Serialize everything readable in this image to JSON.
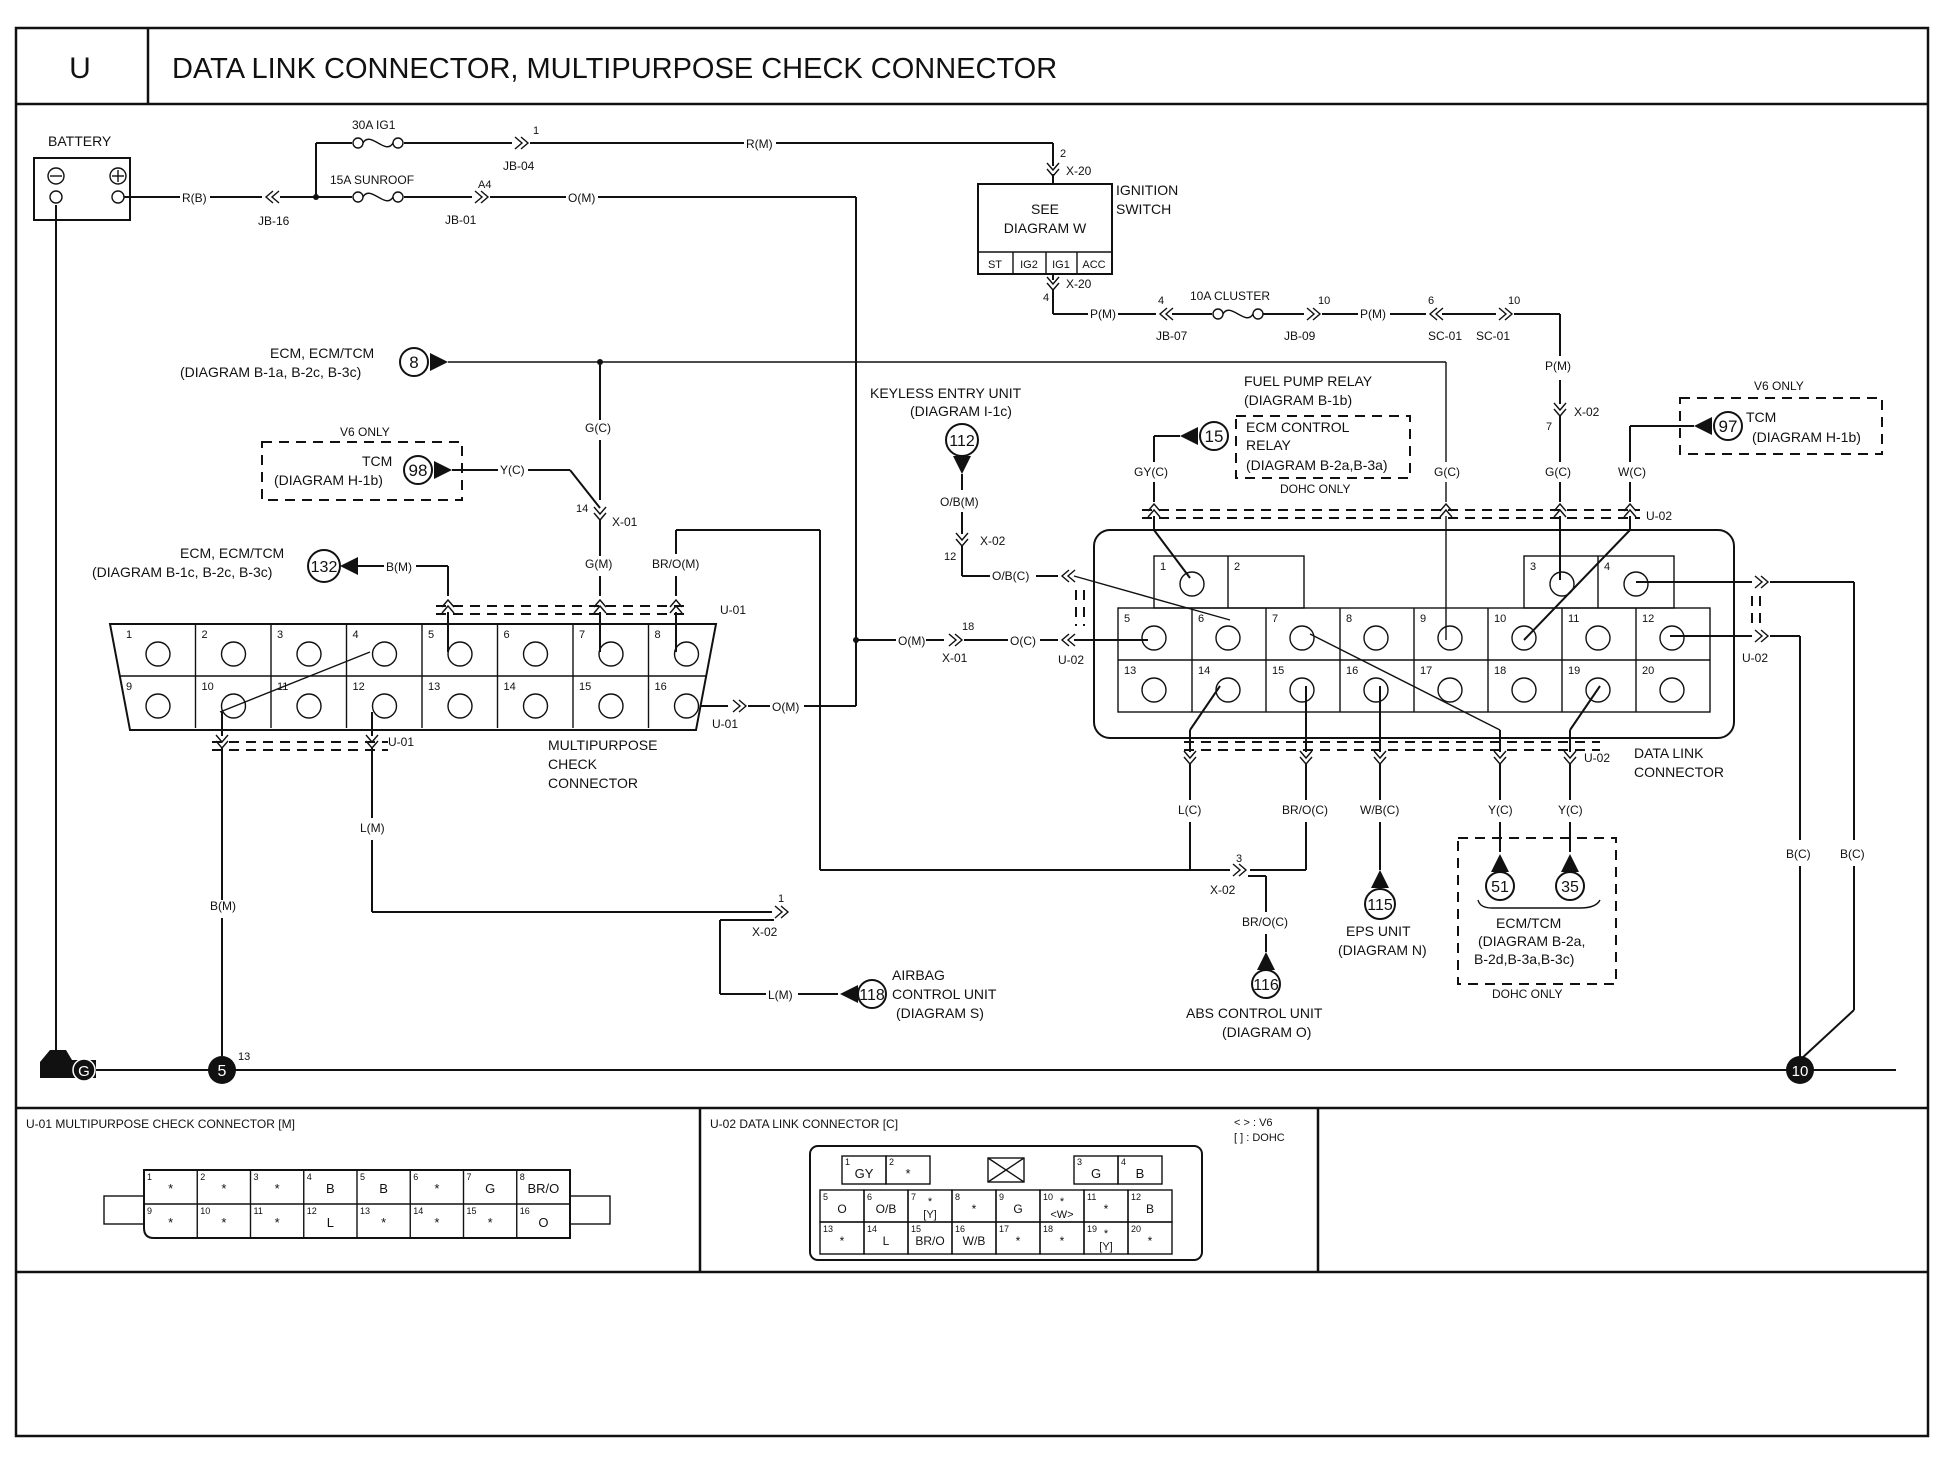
{
  "header": {
    "section_code": "U",
    "title": "DATA LINK CONNECTOR, MULTIPURPOSE CHECK CONNECTOR"
  },
  "power": {
    "battery": "BATTERY",
    "fuse_ig1": "30A IG1",
    "fuse_sunroof": "15A SUNROOF",
    "fuse_cluster": "10A CLUSTER",
    "jb04": "JB-04",
    "jb16": "JB-16",
    "jb01": "JB-01",
    "jb07": "JB-07",
    "jb09": "JB-09",
    "sc01a": "SC-01",
    "sc01b": "SC-01",
    "a4": "A4"
  },
  "ignition": {
    "see": "SEE",
    "diagram": "DIAGRAM  W",
    "name_line1": "IGNITION",
    "name_line2": "SWITCH",
    "terms": [
      "ST",
      "IG2",
      "IG1",
      "ACC"
    ],
    "x20_top": "X-20",
    "x20_bottom": "X-20"
  },
  "wire_labels": {
    "rb": "R(B)",
    "rm": "R(M)",
    "om_top": "O(M)",
    "pm_a": "P(M)",
    "pm_b": "P(M)",
    "pm_c": "P(M)",
    "gc_left": "G(C)",
    "gm": "G(M)",
    "yc_tcm": "Y(C)",
    "bm_ecm": "B(M)",
    "bro_m": "BR/O(M)",
    "obm": "O/B(M)",
    "obc": "O/B(C)",
    "om_mid": "O(M)",
    "oc_mid": "O(C)",
    "om_low": "O(M)",
    "gyc": "GY(C)",
    "gc_mid": "G(C)",
    "gc_right": "G(C)",
    "wc": "W(C)",
    "lc": "L(C)",
    "broc_a": "BR/O(C)",
    "wbc": "W/B(C)",
    "yc_a": "Y(C)",
    "yc_b": "Y(C)",
    "bc_a": "B(C)",
    "bc_b": "B(C)",
    "lm": "L(M)",
    "bm": "B(M)",
    "broc_b": "BR/O(C)",
    "lm_airbag": "L(M)"
  },
  "connectors": {
    "x01": "X-01",
    "x01_b": "X-01",
    "x02_a": "X-02",
    "x02_b": "X-02",
    "x02_c": "X-02",
    "x02_d": "X-02",
    "x02_e": "X-02",
    "u01": "U-01",
    "u01_b": "U-01",
    "u01_c": "U-01",
    "u02": "U-02",
    "u02_b": "U-02",
    "u02_c": "U-02",
    "u02_d": "U-02",
    "u02_e": "U-02"
  },
  "pin_nums": {
    "n1": "1",
    "n2": "2",
    "n4": "4",
    "n4b": "4",
    "n10": "10",
    "n10b": "10",
    "n6": "6",
    "n7": "7",
    "n12": "12",
    "n14": "14",
    "n18": "18",
    "n3": "3",
    "n1b": "1",
    "n13": "13"
  },
  "components": {
    "ecm_top": {
      "name": "ECM, ECM/TCM",
      "diagram": "(DIAGRAM  B-1a,  B-2c,  B-3c)",
      "ref": "8"
    },
    "tcm_left": {
      "note": "V6 ONLY",
      "name": "TCM",
      "diagram": "(DIAGRAM  H-1b)",
      "ref": "98"
    },
    "ecm_mid": {
      "name": "ECM, ECM/TCM",
      "diagram": "(DIAGRAM  B-1c,  B-2c,  B-3c)",
      "ref": "132"
    },
    "keyless": {
      "name": "KEYLESS ENTRY UNIT",
      "diagram": "(DIAGRAM  I-1c)",
      "ref": "112"
    },
    "fuel_pump": {
      "name": "FUEL PUMP RELAY",
      "diagram": "(DIAGRAM  B-1b)"
    },
    "ecm_relay": {
      "name_line1": "ECM CONTROL",
      "name_line2": "RELAY",
      "diagram": "(DIAGRAM  B-2a,B-3a)",
      "note": "DOHC ONLY",
      "ref": "15"
    },
    "tcm_right": {
      "note": "V6 ONLY",
      "name": "TCM",
      "diagram": "(DIAGRAM  H-1b)",
      "ref": "97"
    },
    "mpcc": {
      "line1": "MULTIPURPOSE",
      "line2": "CHECK",
      "line3": "CONNECTOR"
    },
    "dlc": {
      "line1": "DATA LINK",
      "line2": "CONNECTOR"
    },
    "eps": {
      "name": "EPS UNIT",
      "diagram": "(DIAGRAM  N)",
      "ref": "115"
    },
    "abs": {
      "name": "ABS CONTROL UNIT",
      "diagram": "(DIAGRAM  O)",
      "ref": "116"
    },
    "airbag": {
      "name_line1": "AIRBAG",
      "name_line2": "CONTROL UNIT",
      "diagram": "(DIAGRAM  S)",
      "ref": "118"
    },
    "ecm_bottom": {
      "name": "ECM/TCM",
      "diagram_line1": "(DIAGRAM  B-2a,",
      "diagram_line2": "B-2d,B-3a,B-3c)",
      "note": "DOHC ONLY",
      "ref_a": "51",
      "ref_b": "35"
    }
  },
  "grounds": {
    "g": "G",
    "g5": "5",
    "g10": "10"
  },
  "mpcc_pins": [
    "1",
    "2",
    "3",
    "4",
    "5",
    "6",
    "7",
    "8",
    "9",
    "10",
    "11",
    "12",
    "13",
    "14",
    "15",
    "16"
  ],
  "dlc_pins": [
    "1",
    "2",
    "3",
    "4",
    "5",
    "6",
    "7",
    "8",
    "9",
    "10",
    "11",
    "12",
    "13",
    "14",
    "15",
    "16",
    "17",
    "18",
    "19",
    "20"
  ],
  "u01_view": {
    "title": "U-01  MULTIPURPOSE  CHECK  CONNECTOR  [M]",
    "row1": [
      "*",
      "*",
      "*",
      "B",
      "B",
      "*",
      "G",
      "BR/O"
    ],
    "row2": [
      "*",
      "*",
      "*",
      "L",
      "*",
      "*",
      "*",
      "O"
    ]
  },
  "u02_view": {
    "title": "U-02  DATA  LINK  CONNECTOR  [C]",
    "legend_v6": "< > : V6",
    "legend_dohc": "[  ] : DOHC",
    "top_left": [
      "GY",
      "*"
    ],
    "top_right": [
      "G",
      "B"
    ],
    "row1": [
      "O",
      "O/B",
      "*\n[Y]",
      "*",
      "G",
      "*\n<W>",
      "*",
      "B"
    ],
    "row2": [
      "*",
      "L",
      "BR/O",
      "W/B",
      "*",
      "*",
      "*\n[Y]",
      "*"
    ]
  }
}
